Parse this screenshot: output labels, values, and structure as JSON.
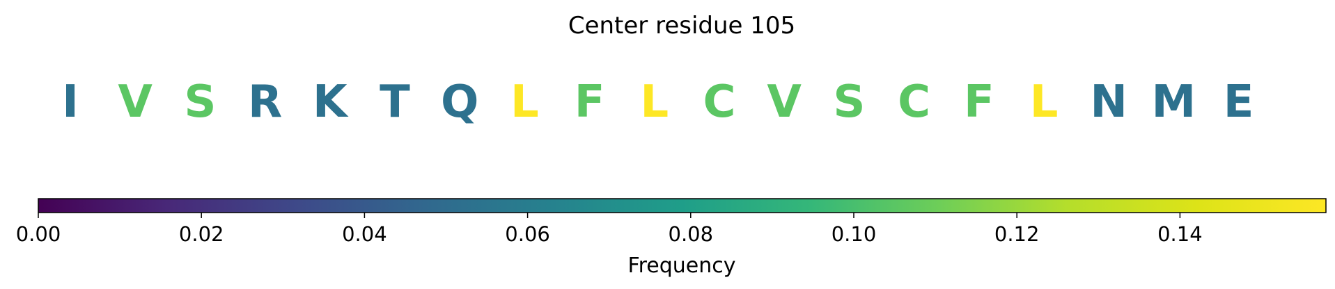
{
  "chart_data": {
    "type": "heatmap",
    "title": "Center residue 105",
    "sequence": [
      {
        "residue": "I",
        "frequency": 0.0526
      },
      {
        "residue": "V",
        "frequency": 0.1053
      },
      {
        "residue": "S",
        "frequency": 0.1053
      },
      {
        "residue": "R",
        "frequency": 0.0526
      },
      {
        "residue": "K",
        "frequency": 0.0526
      },
      {
        "residue": "T",
        "frequency": 0.0526
      },
      {
        "residue": "Q",
        "frequency": 0.0526
      },
      {
        "residue": "L",
        "frequency": 0.1579
      },
      {
        "residue": "F",
        "frequency": 0.1053
      },
      {
        "residue": "L",
        "frequency": 0.1579
      },
      {
        "residue": "C",
        "frequency": 0.1053
      },
      {
        "residue": "V",
        "frequency": 0.1053
      },
      {
        "residue": "S",
        "frequency": 0.1053
      },
      {
        "residue": "C",
        "frequency": 0.1053
      },
      {
        "residue": "F",
        "frequency": 0.1053
      },
      {
        "residue": "L",
        "frequency": 0.1579
      },
      {
        "residue": "N",
        "frequency": 0.0526
      },
      {
        "residue": "M",
        "frequency": 0.0526
      },
      {
        "residue": "E",
        "frequency": 0.0526
      }
    ],
    "colorbar": {
      "label": "Frequency",
      "colormap": "viridis",
      "vmin": 0.0,
      "vmax": 0.1579,
      "ticks": [
        0.0,
        0.02,
        0.04,
        0.06,
        0.08,
        0.1,
        0.12,
        0.14
      ],
      "tick_labels": [
        "0.00",
        "0.02",
        "0.04",
        "0.06",
        "0.08",
        "0.10",
        "0.12",
        "0.14"
      ]
    }
  }
}
